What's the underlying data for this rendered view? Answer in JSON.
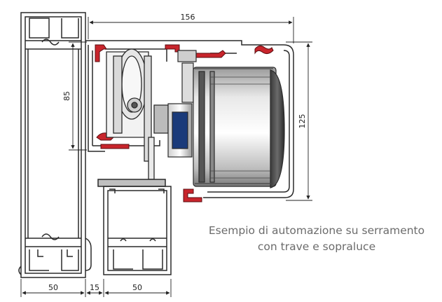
{
  "dimensions": {
    "width_top": "156",
    "height_left": "85",
    "height_right": "125",
    "bottom_left": "50",
    "bottom_gap": "15",
    "bottom_right": "50"
  },
  "caption": {
    "line1": "Esempio di automazione su serramento",
    "line2": "con trave e sopraluce"
  },
  "colors": {
    "profile_stroke": "#2a2a2a",
    "seal_red": "#c8252c",
    "motor_grey": "#8c8c8c",
    "caption_grey": "#6b6b6b"
  }
}
